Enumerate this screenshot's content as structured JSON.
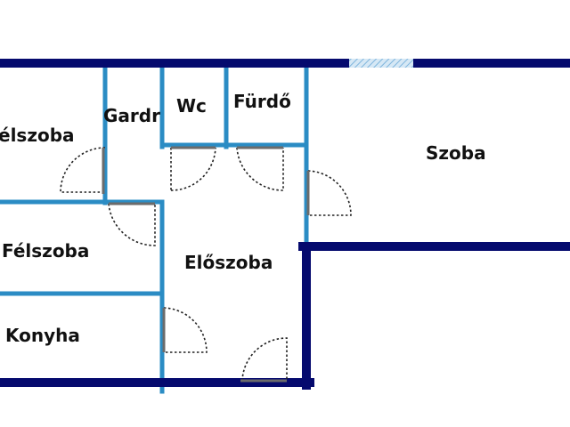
{
  "colors": {
    "outer_wall": "#050a6e",
    "inner_wall": "#2b8cc4",
    "door_swing": "#222222",
    "door_leaf": "#6b6b6b",
    "window": "#7fb5dd",
    "background": "#ffffff"
  },
  "rooms": {
    "felszoba_top": "élszoba",
    "gardrob": "Gardr",
    "wc": "Wc",
    "furdo": "Fürdő",
    "szoba": "Szoba",
    "felszoba_mid": "Félszoba",
    "eloszoba": "Előszoba",
    "konyha": "Konyha"
  }
}
